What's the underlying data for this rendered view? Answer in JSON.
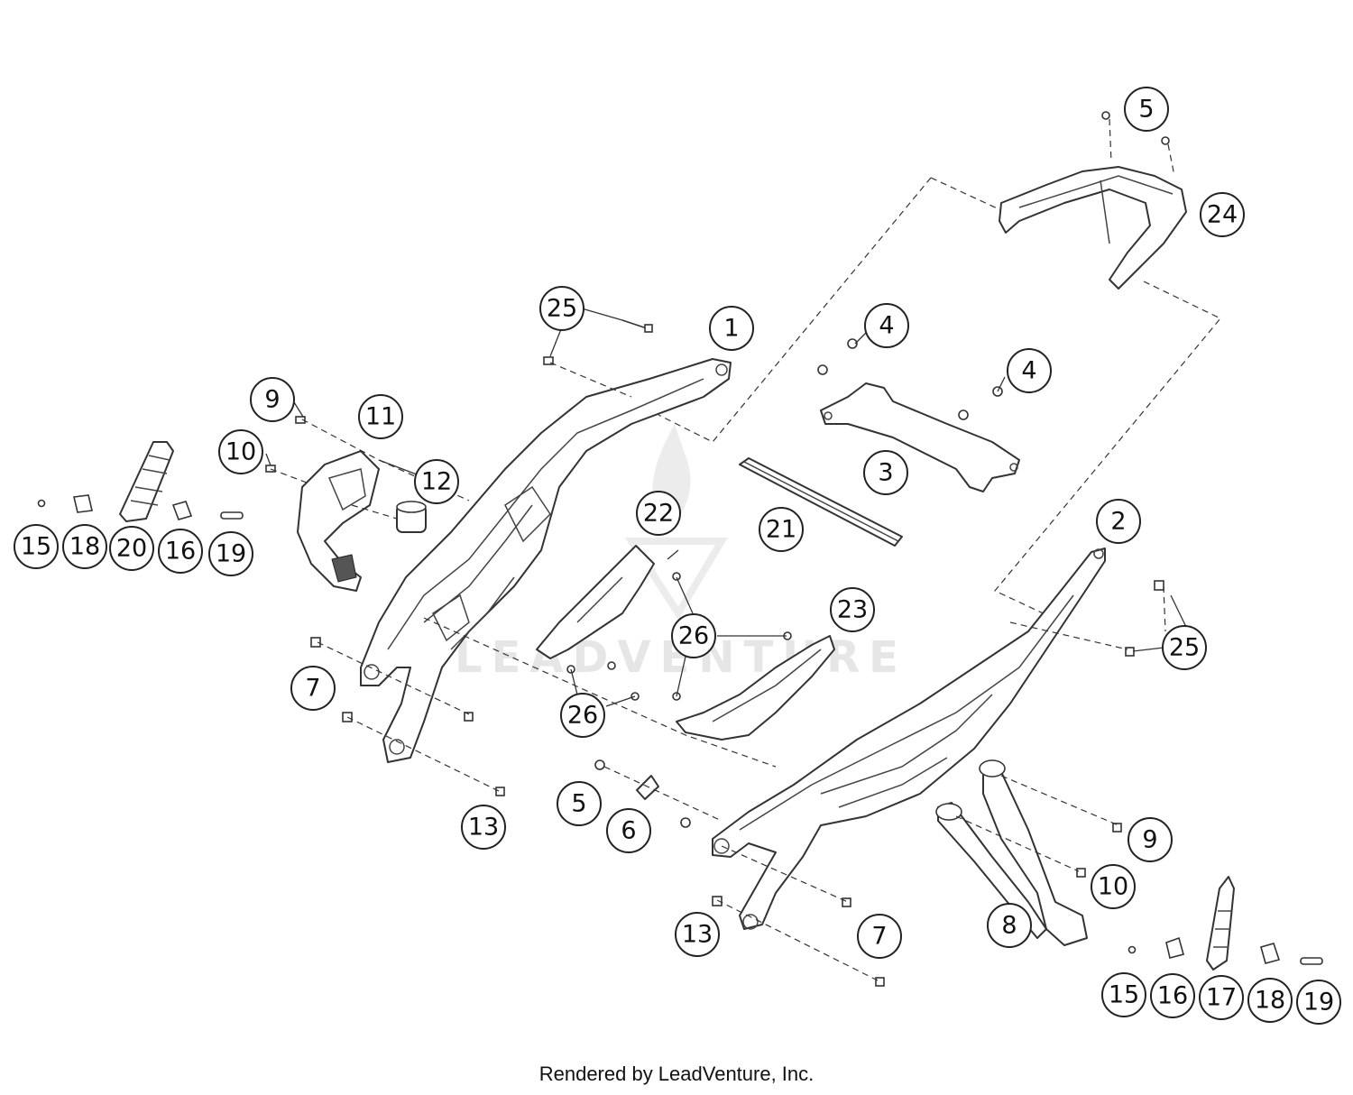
{
  "footer": {
    "credit": "Rendered by LeadVenture, Inc."
  },
  "watermark": {
    "text": "LEADVENTURE"
  },
  "callouts": {
    "c1": "1",
    "c2": "2",
    "c3": "3",
    "c4a": "4",
    "c4b": "4",
    "c5a": "5",
    "c5b": "5",
    "c6": "6",
    "c7a": "7",
    "c7b": "7",
    "c8": "8",
    "c9a": "9",
    "c9b": "9",
    "c10a": "10",
    "c10b": "10",
    "c11": "11",
    "c12": "12",
    "c13a": "13",
    "c13b": "13",
    "c15a": "15",
    "c15b": "15",
    "c16a": "16",
    "c16b": "16",
    "c17": "17",
    "c18a": "18",
    "c18b": "18",
    "c19a": "19",
    "c19b": "19",
    "c20": "20",
    "c21": "21",
    "c22": "22",
    "c23": "23",
    "c24": "24",
    "c25a": "25",
    "c25b": "25",
    "c26a": "26",
    "c26b": "26"
  }
}
